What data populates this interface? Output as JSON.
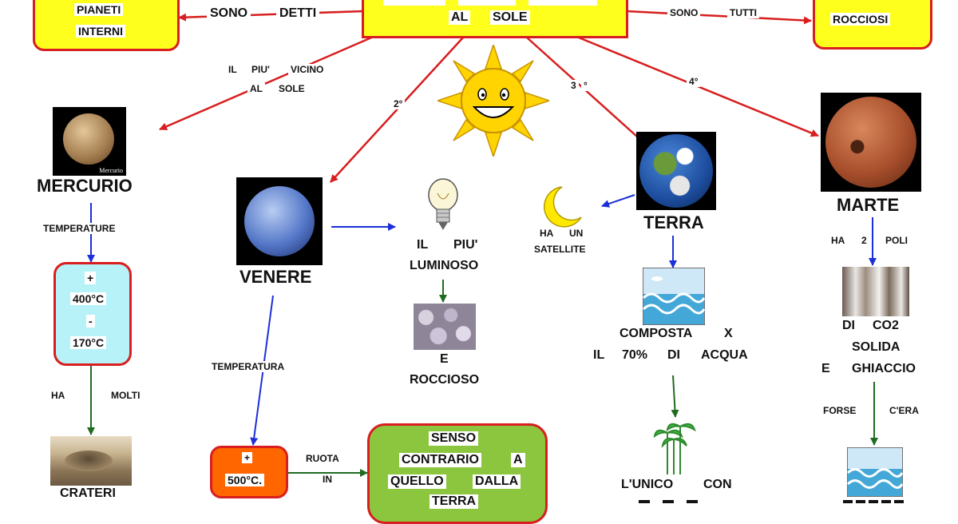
{
  "colors": {
    "red_arrow": "#d81e1e",
    "blue_arrow": "#1c2fd8",
    "green_arrow": "#1f6b1f",
    "yellow_box": "#ffff1e",
    "cyan_box": "#b6f2f8",
    "orange_box": "#ff6600",
    "green_box": "#8cc63f"
  },
  "center": {
    "line2a": "AL",
    "line2b": "SOLE"
  },
  "left_branch": {
    "box_line1": "PIANETI",
    "box_line2": "INTERNI",
    "link_w1": "SONO",
    "link_w2": "DETTI"
  },
  "right_branch": {
    "box": "ROCCIOSI",
    "link_w1": "SONO",
    "link_w2": "TUTTI"
  },
  "mercury": {
    "link_w1": "IL",
    "link_w2": "PIU'",
    "link_w3": "VICINO",
    "link_w4": "AL",
    "link_w5": "SOLE",
    "image_caption": "Mercurio",
    "name": "MERCURIO",
    "temp_label": "TEMPERATURE",
    "temp_plus": "+",
    "temp_high": "400°C",
    "temp_minus": "-",
    "temp_low": "170°C",
    "has_w1": "HA",
    "has_w2": "MOLTI",
    "craters": "CRATERI"
  },
  "venus": {
    "order": "2°",
    "name": "VENERE",
    "bright_w1": "IL",
    "bright_w2": "PIU'",
    "bright_w3": "LUMINOSO",
    "rocky_w1": "E",
    "rocky_w2": "ROCCIOSO",
    "temp_label": "TEMPERATURA",
    "temp_plus": "+",
    "temp_value": "500°C.",
    "rot_w1": "RUOTA",
    "rot_w2": "IN",
    "dir_1": "SENSO",
    "dir_2a": "CONTRARIO",
    "dir_2b": "A",
    "dir_3a": "QUELLO",
    "dir_3b": "DALLA",
    "dir_4": "TERRA"
  },
  "earth": {
    "order_a": "3",
    "order_b": "°",
    "name": "TERRA",
    "sat_w1": "HA",
    "sat_w2": "UN",
    "sat_w3": "SATELLITE",
    "comp_w1": "COMPOSTA",
    "comp_w2": "X",
    "comp_w3": "IL",
    "comp_w4": "70%",
    "comp_w5": "DI",
    "comp_w6": "ACQUA",
    "life_w1": "L'UNICO",
    "life_w2": "CON"
  },
  "mars": {
    "order": "4°",
    "name": "MARTE",
    "poles_w1": "HA",
    "poles_w2": "2",
    "poles_w3": "POLI",
    "ice_w1": "DI",
    "ice_w2": "CO2",
    "ice_w3": "SOLIDA",
    "ice_w4": "E",
    "ice_w5": "GHIACCIO",
    "maybe_w1": "FORSE",
    "maybe_w2": "C'ERA"
  }
}
